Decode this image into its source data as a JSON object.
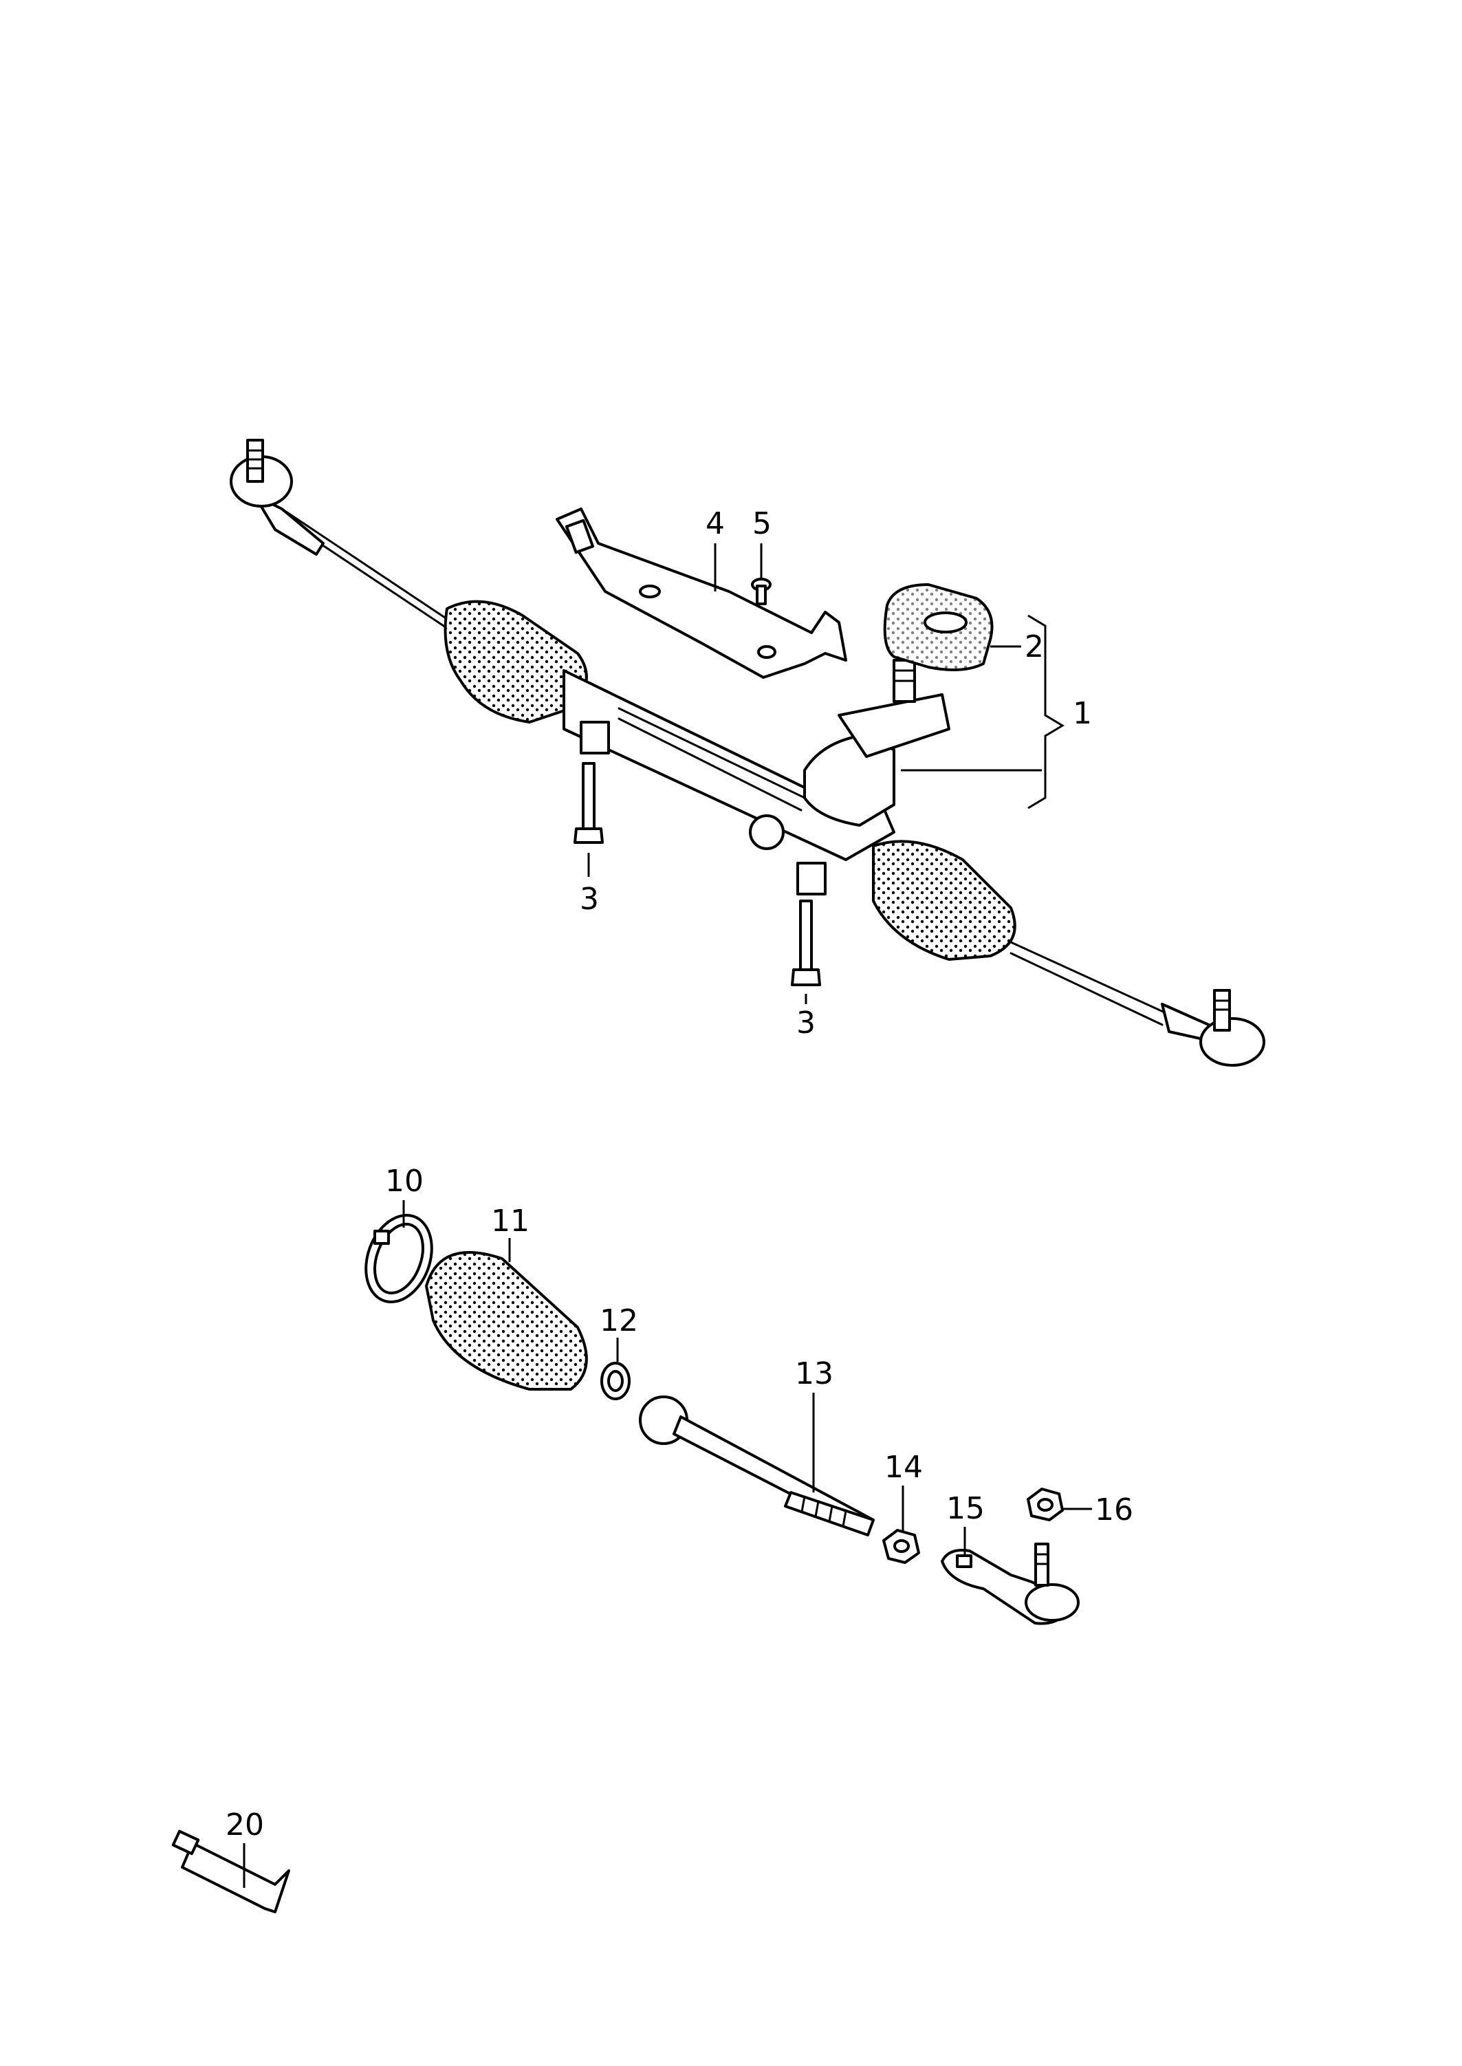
{
  "callouts": {
    "c1": "1",
    "c2": "2",
    "c3a": "3",
    "c3b": "3",
    "c4": "4",
    "c5": "5",
    "c10": "10",
    "c11": "11",
    "c12": "12",
    "c13": "13",
    "c14": "14",
    "c15": "15",
    "c16": "16",
    "c20": "20"
  }
}
